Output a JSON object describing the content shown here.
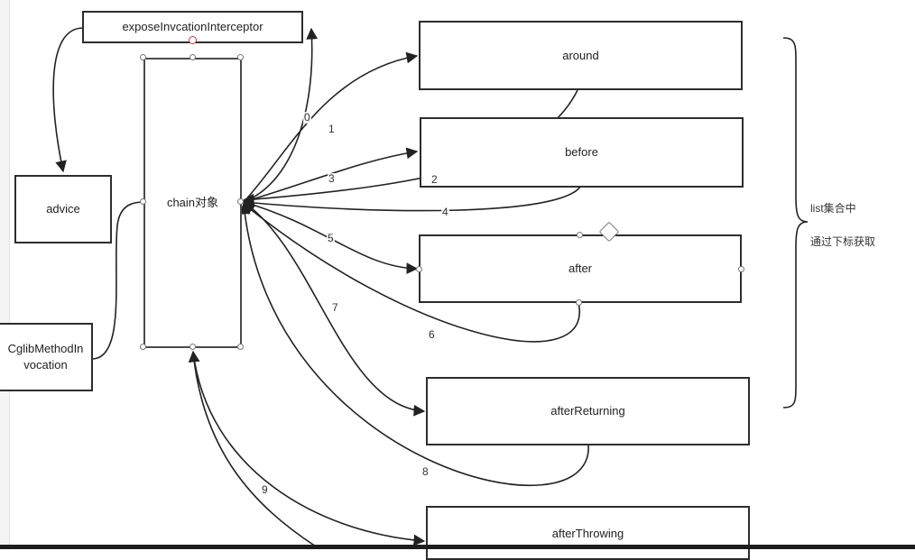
{
  "nodes": {
    "expose": "exposeInvcationInterceptor",
    "advice": "advice",
    "chain": "chain对象",
    "cglib": "CglibMethodInvocation",
    "around": "around",
    "before": "before",
    "after": "after",
    "afterReturning": "afterReturning",
    "afterThrowing": "afterThrowing"
  },
  "edge_labels": {
    "e0": "0",
    "e1": "1",
    "e2": "2",
    "e3": "3",
    "e4": "4",
    "e5": "5",
    "e6": "6",
    "e7": "7",
    "e8": "8",
    "e9": "9"
  },
  "annotation": {
    "line1": "list集合中",
    "line2": "通过下标获取"
  },
  "colors": {
    "stroke": "#222222",
    "background": "#ffffff"
  }
}
